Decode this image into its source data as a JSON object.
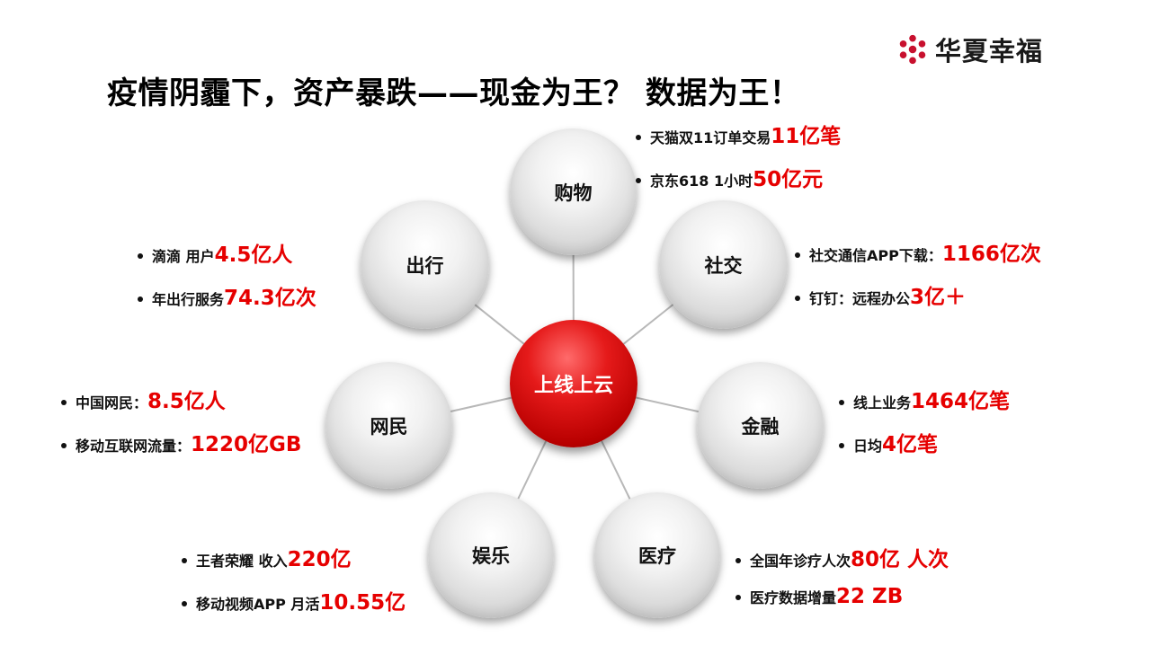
{
  "logo": {
    "name": "华夏幸福",
    "color": "#c8102e"
  },
  "title": "疫情阴霾下，资产暴跌——现金为王？ 数据为王！",
  "center": {
    "label": "上线上云",
    "color": "#d40000"
  },
  "nodes": {
    "shopping": {
      "label": "购物"
    },
    "social": {
      "label": "社交"
    },
    "finance": {
      "label": "金融"
    },
    "medical": {
      "label": "医疗"
    },
    "entertainment": {
      "label": "娱乐"
    },
    "netizens": {
      "label": "网民"
    },
    "travel": {
      "label": "出行"
    }
  },
  "stats": {
    "shopping": [
      {
        "text": "天猫双11订单交易 ",
        "value": "11亿笔"
      },
      {
        "text": "京东618 1小时",
        "value": "50亿元"
      }
    ],
    "social": [
      {
        "text": "社交通信APP下载：",
        "value": "1166亿次"
      },
      {
        "text": "钉钉：远程办公",
        "value": "3亿＋"
      }
    ],
    "finance": [
      {
        "text": "线上业务 ",
        "value": "1464亿笔"
      },
      {
        "text": "日均 ",
        "value": "4亿笔"
      }
    ],
    "medical": [
      {
        "text": "全国年诊疗人次 ",
        "value": "80亿 人次"
      },
      {
        "text": "医疗数据增量 ",
        "value": "22 ZB"
      }
    ],
    "entertainment": [
      {
        "text": "王者荣耀 收入",
        "value": "220亿"
      },
      {
        "text": "移动视频APP 月活",
        "value": "10.55亿"
      }
    ],
    "netizens": [
      {
        "text": "中国网民：",
        "value": "8.5亿人"
      },
      {
        "text": "移动互联网流量：",
        "value": "1220亿GB"
      }
    ],
    "travel": [
      {
        "text": "滴滴 用户",
        "value": "4.5亿人"
      },
      {
        "text": "年出行服务 ",
        "value": "74.3亿次"
      }
    ]
  },
  "colors": {
    "highlight": "#e60000",
    "connector": "#b8b8b8"
  }
}
